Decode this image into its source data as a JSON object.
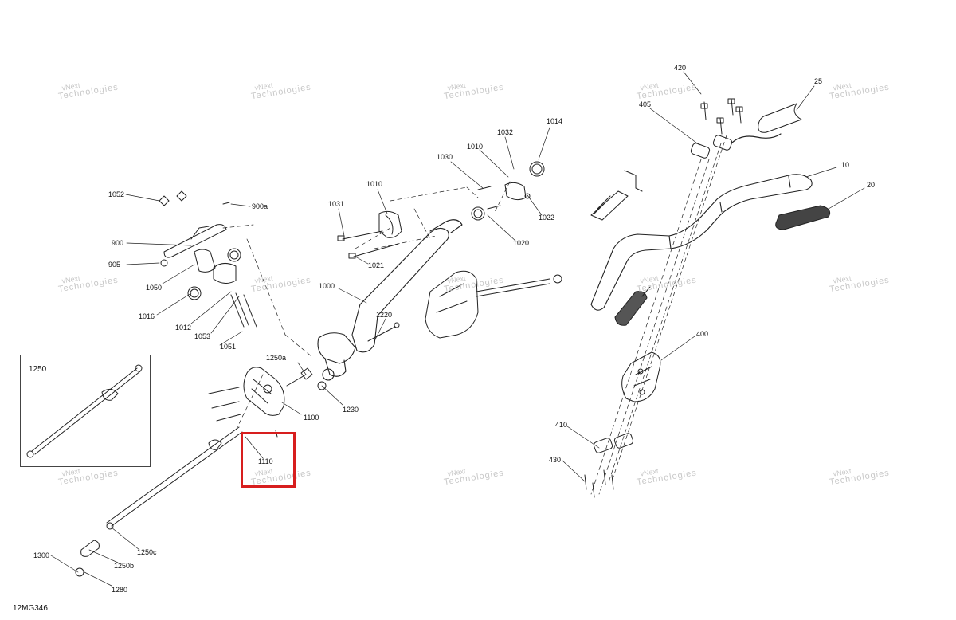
{
  "diagram_code": "12MG346",
  "watermark": {
    "line1": "vNext",
    "line2": "Technologies",
    "full": "vNext Technologies"
  },
  "highlight": {
    "part": "1110",
    "color": "#d71e1e"
  },
  "inset": {
    "label": "1250"
  },
  "parts": {
    "p420": "420",
    "p25": "25",
    "p405": "405",
    "p10": "10",
    "p20": "20",
    "p1014": "1014",
    "p1032": "1032",
    "p1010a": "1010",
    "p1030": "1030",
    "p1010b": "1010",
    "p1031": "1031",
    "p1022": "1022",
    "p1020": "1020",
    "p1021": "1021",
    "p1052": "1052",
    "p900a": "900a",
    "p900": "900",
    "p905": "905",
    "p1050": "1050",
    "p1016": "1016",
    "p1012": "1012",
    "p1053": "1053",
    "p1051": "1051",
    "p1000": "1000",
    "p1220": "1220",
    "p1250a": "1250a",
    "p1230": "1230",
    "p1100": "1100",
    "p1110": "1110",
    "p400": "400",
    "p410": "410",
    "p430": "430",
    "p1300": "1300",
    "p1250b": "1250b",
    "p1250c": "1250c",
    "p1280": "1280"
  }
}
